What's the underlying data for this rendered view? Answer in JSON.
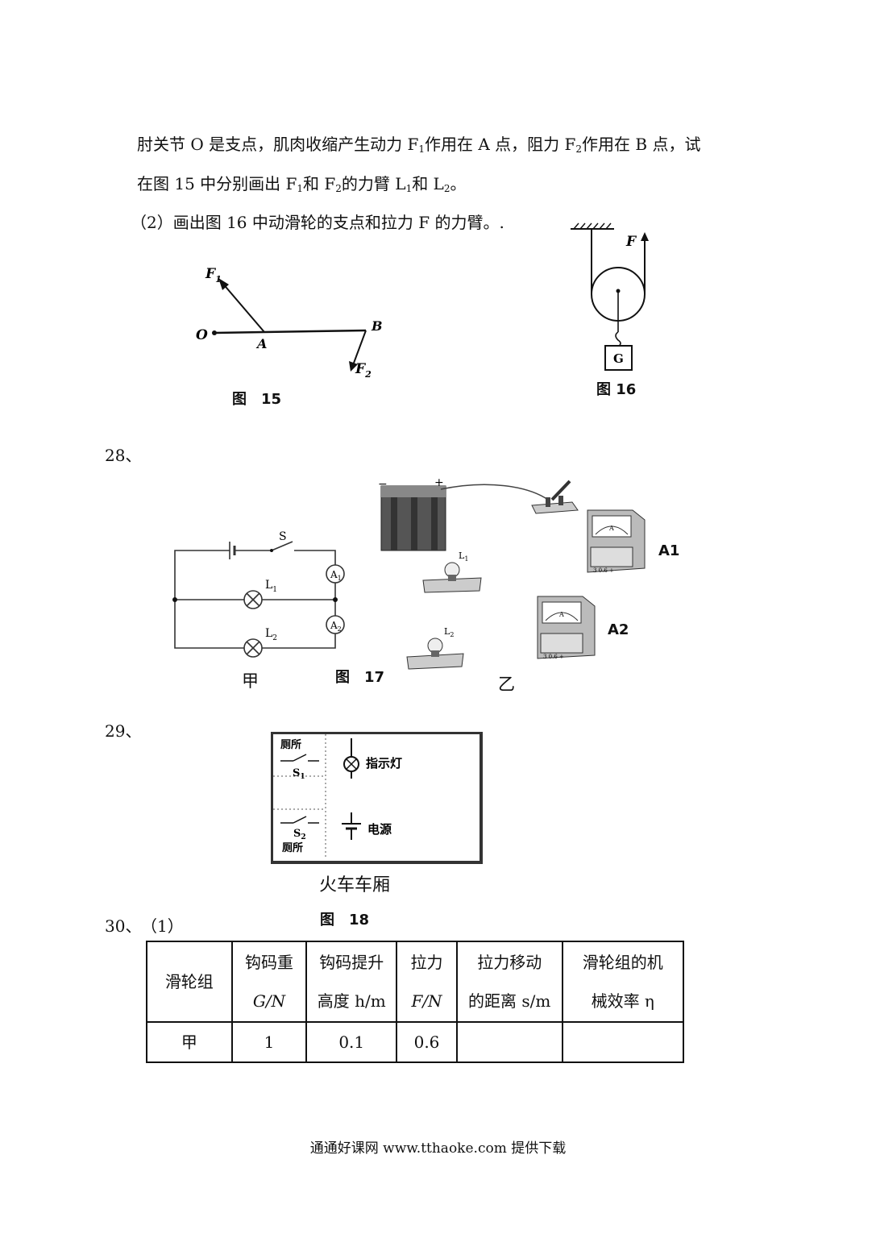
{
  "q27": {
    "line1_a": "肘关节 O 是支点，肌肉收缩产生动力 F",
    "line1_b": "作用在 A 点，阻力 F",
    "line1_c": "作用在 B 点，试",
    "line2_a": "在图 15 中分别画出 F",
    "line2_b": "和 F",
    "line2_c": "的力臂 L",
    "line2_d": "和 L",
    "line2_e": "。",
    "sub_1": "1",
    "sub_2": "2",
    "part2": "（2）画出图 16 中动滑轮的支点和拉力 F 的力臂。."
  },
  "fig15": {
    "caption": "图　15",
    "label_F": "F",
    "sub_1": "1",
    "sub_2": "2",
    "label_O": "O",
    "label_A": "A",
    "label_B": "B"
  },
  "fig16": {
    "caption": "图 16",
    "label_F": "F",
    "label_G": "G"
  },
  "q28": {
    "number": "28、"
  },
  "fig17": {
    "caption": "图　17",
    "left_label": "甲",
    "right_label": "乙",
    "switch_label": "S",
    "lamp1_label": "L",
    "lamp2_label": "L",
    "sub_1": "1",
    "sub_2": "2",
    "ammeter_symbol": "A",
    "ammeter1_label": "A1",
    "ammeter2_label": "A2",
    "terminal_text": "3  0.6  +",
    "plus": "+",
    "minus": "−"
  },
  "q29": {
    "number": "29、"
  },
  "fig18": {
    "toilet_label": "厕所",
    "s1": "S",
    "s2": "S",
    "sub_1": "1",
    "sub_2": "2",
    "indicator": "指示灯",
    "power": "电源",
    "subtitle": "火车车厢",
    "caption": "图　18"
  },
  "q30": {
    "number": "30、",
    "part": "（1）",
    "table": {
      "header": [
        [
          "滑轮组"
        ],
        [
          "钩码重",
          "G/N"
        ],
        [
          "钩码提升",
          "高度 h/m"
        ],
        [
          "拉力",
          "F/N"
        ],
        [
          "拉力移动",
          "的距离 s/m"
        ],
        [
          "滑轮组的机",
          "械效率 η"
        ]
      ],
      "row": [
        "甲",
        "1",
        "0.1",
        "0.6",
        "",
        ""
      ]
    }
  },
  "footer": "通通好课网 www.tthaoke.com 提供下载"
}
